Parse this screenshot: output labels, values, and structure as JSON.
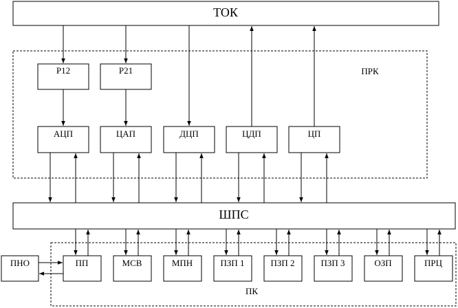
{
  "top_bus": {
    "label": "ТОК"
  },
  "mid_bus": {
    "label": "ШПС"
  },
  "upper_group": {
    "label": "ПРК",
    "converters": [
      "Р12",
      "Р21"
    ],
    "units": [
      "АЦП",
      "ЦАП",
      "ДЦП",
      "ЦДП",
      "ЦП"
    ]
  },
  "lower_group": {
    "label": "ПК",
    "external": "ПНО",
    "modules": [
      "ПП",
      "МСВ",
      "МПН",
      "ПЗП 1",
      "ПЗП 2",
      "ПЗП 3",
      "ОЗП",
      "ПРЦ"
    ]
  }
}
